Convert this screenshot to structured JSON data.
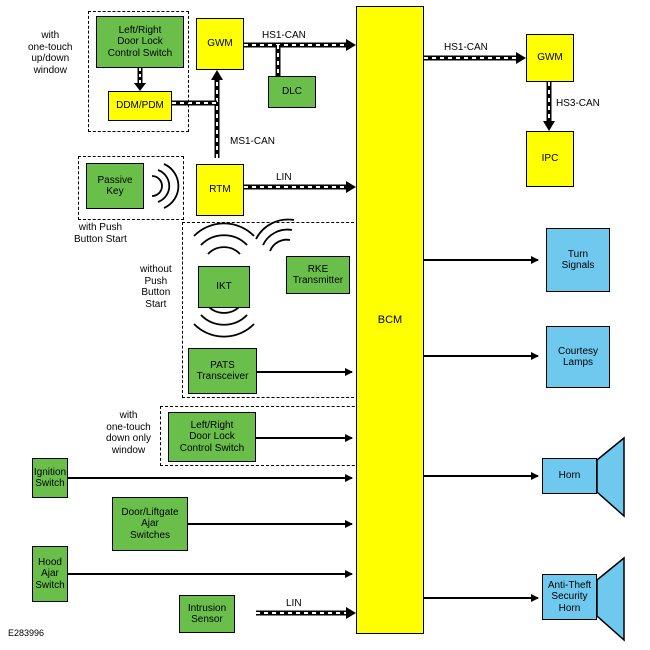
{
  "bcm": "BCM",
  "figure_id": "E283996",
  "modules": {
    "gwm_left": "GWM",
    "gwm_right": "GWM",
    "dlc": "DLC",
    "rtm": "RTM",
    "ipc": "IPC",
    "ddm_pdm": "DDM/PDM",
    "door_lock_switch_top": "Left/Right\nDoor Lock\nControl Switch",
    "passive_key": "Passive\nKey",
    "ikt": "IKT",
    "rke_transmitter": "RKE\nTransmitter",
    "pats_transceiver": "PATS\nTransceiver",
    "door_lock_switch_bottom": "Left/Right\nDoor Lock\nControl Switch",
    "ignition_switch": "Ignition\nSwitch",
    "door_liftgate_ajar": "Door/Liftgate\nAjar\nSwitches",
    "hood_ajar": "Hood\nAjar\nSwitch",
    "intrusion_sensor": "Intrusion\nSensor"
  },
  "outputs": {
    "turn_signals": "Turn\nSignals",
    "courtesy_lamps": "Courtesy\nLamps",
    "horn": "Horn",
    "anti_theft_horn": "Anti-Theft\nSecurity\nHorn"
  },
  "bus_labels": {
    "hs1_can_left": "HS1-CAN",
    "hs1_can_right": "HS1-CAN",
    "hs3_can": "HS3-CAN",
    "ms1_can": "MS1-CAN",
    "lin_rtm": "LIN",
    "lin_intrusion": "LIN"
  },
  "notes": {
    "one_touch_up_down": "with\none-touch\nup/down\nwindow",
    "with_push_button": "with Push\nButton Start",
    "without_push_button": "without\nPush\nButton\nStart",
    "one_touch_down_only": "with\none-touch\ndown only\nwindow"
  }
}
